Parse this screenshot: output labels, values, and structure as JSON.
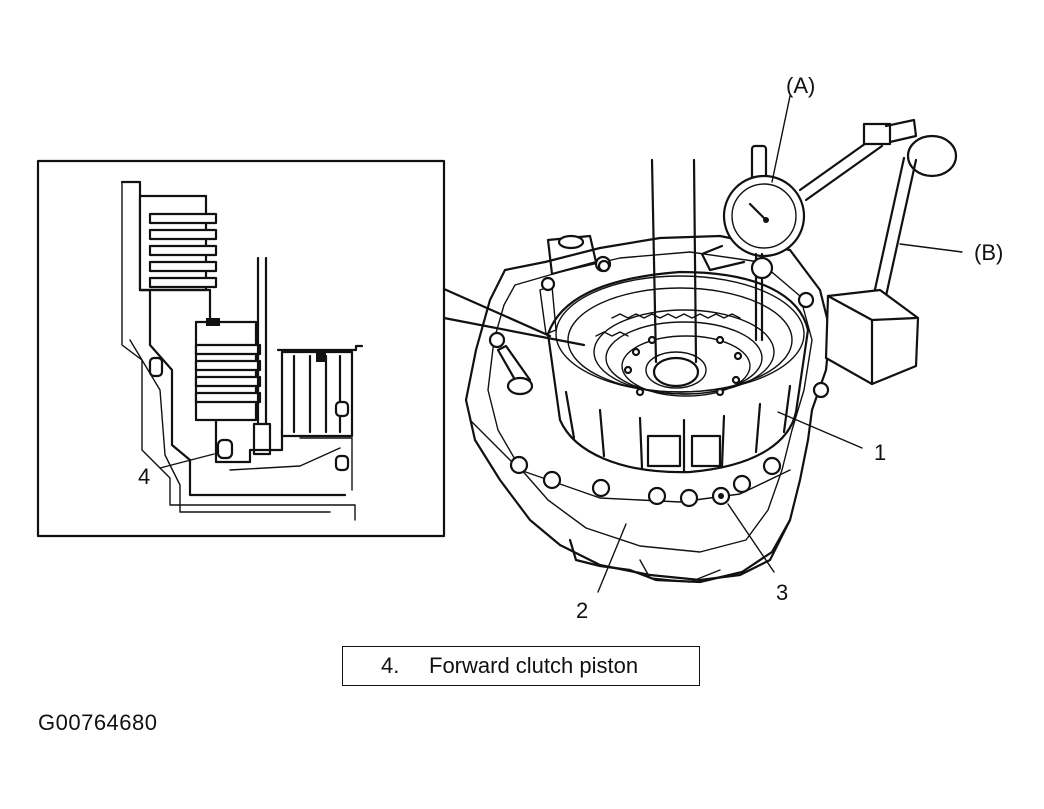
{
  "callouts": {
    "part1": "1",
    "part2": "2",
    "part3": "3",
    "part4": "4",
    "toolA": "(A)",
    "toolB": "(B)"
  },
  "caption": {
    "number": "4.",
    "text": "Forward clutch piston"
  },
  "figure_id": "G00764680",
  "colors": {
    "line": "#111111",
    "background": "#ffffff"
  }
}
